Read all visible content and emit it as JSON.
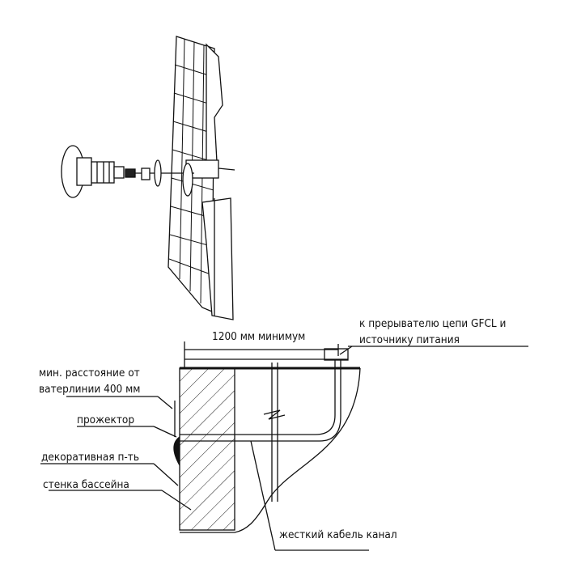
{
  "labels": {
    "dimension": "1200 мм минимум",
    "gfcl_line1": "к прерывателю цепи GFCL и",
    "gfcl_line2": "источнику питания",
    "min_distance_line1": "мин. расстояние от",
    "min_distance_line2": "ватерлинии 400 мм",
    "projector": "прожектор",
    "decorative_panel": "декоративная п-ть",
    "pool_wall": "стенка бассейна",
    "conduit": "жесткий кабель канал"
  },
  "colors": {
    "line": "#111111",
    "background": "#ffffff"
  }
}
